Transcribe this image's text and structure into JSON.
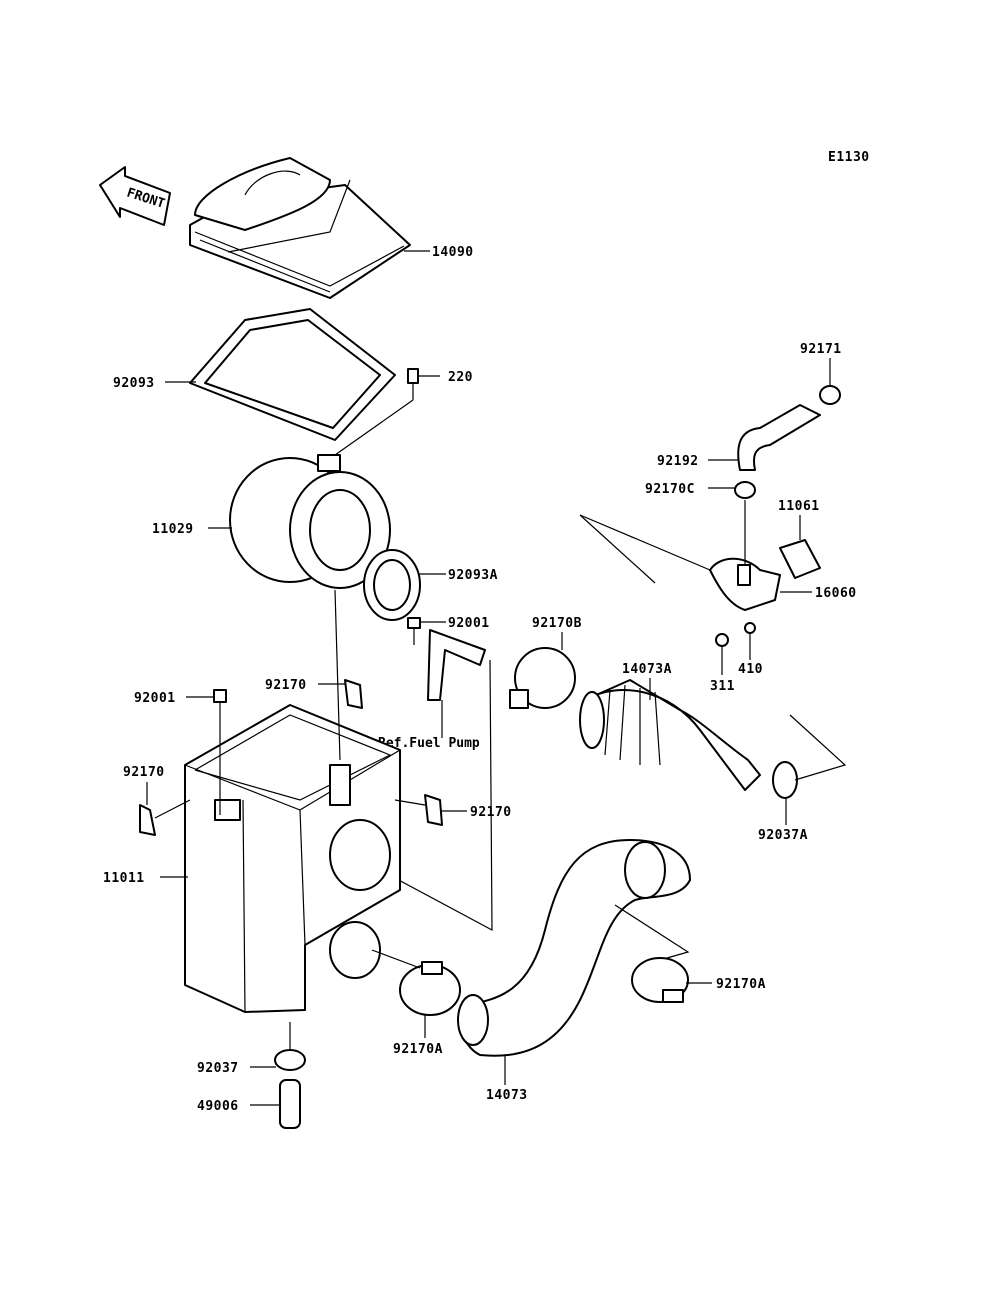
{
  "diagram_code": "E1130",
  "front_label": "FRONT",
  "reference_note": "Ref.Fuel Pump",
  "parts": [
    {
      "id": "p14090",
      "number": "14090"
    },
    {
      "id": "p92093",
      "number": "92093"
    },
    {
      "id": "p220",
      "number": "220"
    },
    {
      "id": "p11029",
      "number": "11029"
    },
    {
      "id": "p92093A",
      "number": "92093A"
    },
    {
      "id": "p92001a",
      "number": "92001"
    },
    {
      "id": "p92170B",
      "number": "92170B"
    },
    {
      "id": "p92170a",
      "number": "92170"
    },
    {
      "id": "p92001b",
      "number": "92001"
    },
    {
      "id": "p92170b",
      "number": "92170"
    },
    {
      "id": "p92170c",
      "number": "92170"
    },
    {
      "id": "p11011",
      "number": "11011"
    },
    {
      "id": "p92170Aa",
      "number": "92170A"
    },
    {
      "id": "p92170Ab",
      "number": "92170A"
    },
    {
      "id": "p14073",
      "number": "14073"
    },
    {
      "id": "p92037",
      "number": "92037"
    },
    {
      "id": "p49006",
      "number": "49006"
    },
    {
      "id": "p14073A",
      "number": "14073A"
    },
    {
      "id": "p92037A",
      "number": "92037A"
    },
    {
      "id": "p92171",
      "number": "92171"
    },
    {
      "id": "p92192",
      "number": "92192"
    },
    {
      "id": "p92170C",
      "number": "92170C"
    },
    {
      "id": "p11061",
      "number": "11061"
    },
    {
      "id": "p16060",
      "number": "16060"
    },
    {
      "id": "p311",
      "number": "311"
    },
    {
      "id": "p410",
      "number": "410"
    }
  ]
}
